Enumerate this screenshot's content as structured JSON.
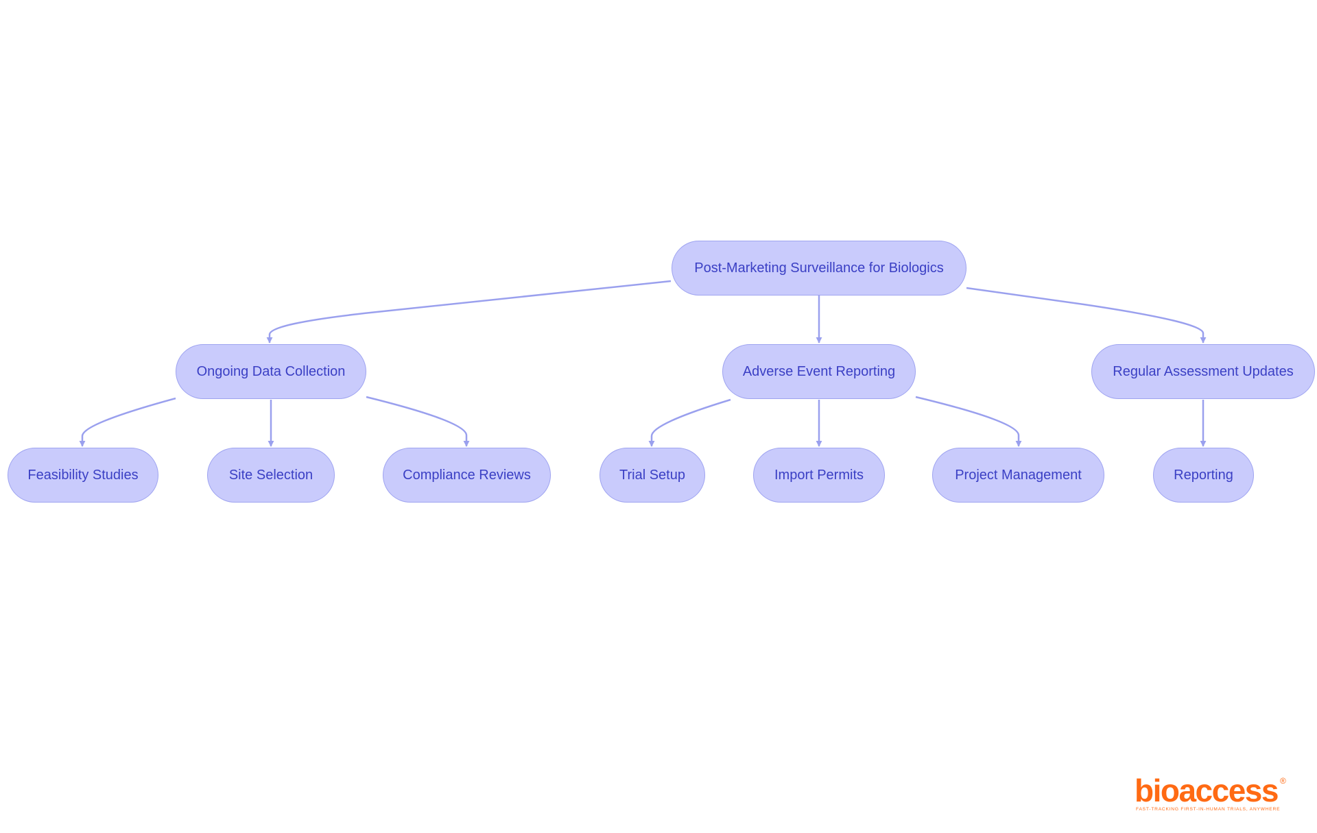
{
  "diagram": {
    "colors": {
      "node_fill": "#c9cbfc",
      "node_border": "#9ea3f0",
      "node_text": "#3a3fc4",
      "edge": "#9aa0ee"
    },
    "root": {
      "label": "Post-Marketing Surveillance for Biologics"
    },
    "branches": [
      {
        "label": "Ongoing Data Collection",
        "children": [
          {
            "label": "Feasibility Studies"
          },
          {
            "label": "Site Selection"
          },
          {
            "label": "Compliance Reviews"
          }
        ]
      },
      {
        "label": "Adverse Event Reporting",
        "children": [
          {
            "label": "Trial Setup"
          },
          {
            "label": "Import Permits"
          },
          {
            "label": "Project Management"
          }
        ]
      },
      {
        "label": "Regular Assessment Updates",
        "children": [
          {
            "label": "Reporting"
          }
        ]
      }
    ]
  },
  "logo": {
    "wordmark": "bioaccess",
    "registered": "®",
    "tagline": "FAST-TRACKING FIRST-IN-HUMAN TRIALS, ANYWHERE",
    "color": "#ff6a13"
  }
}
